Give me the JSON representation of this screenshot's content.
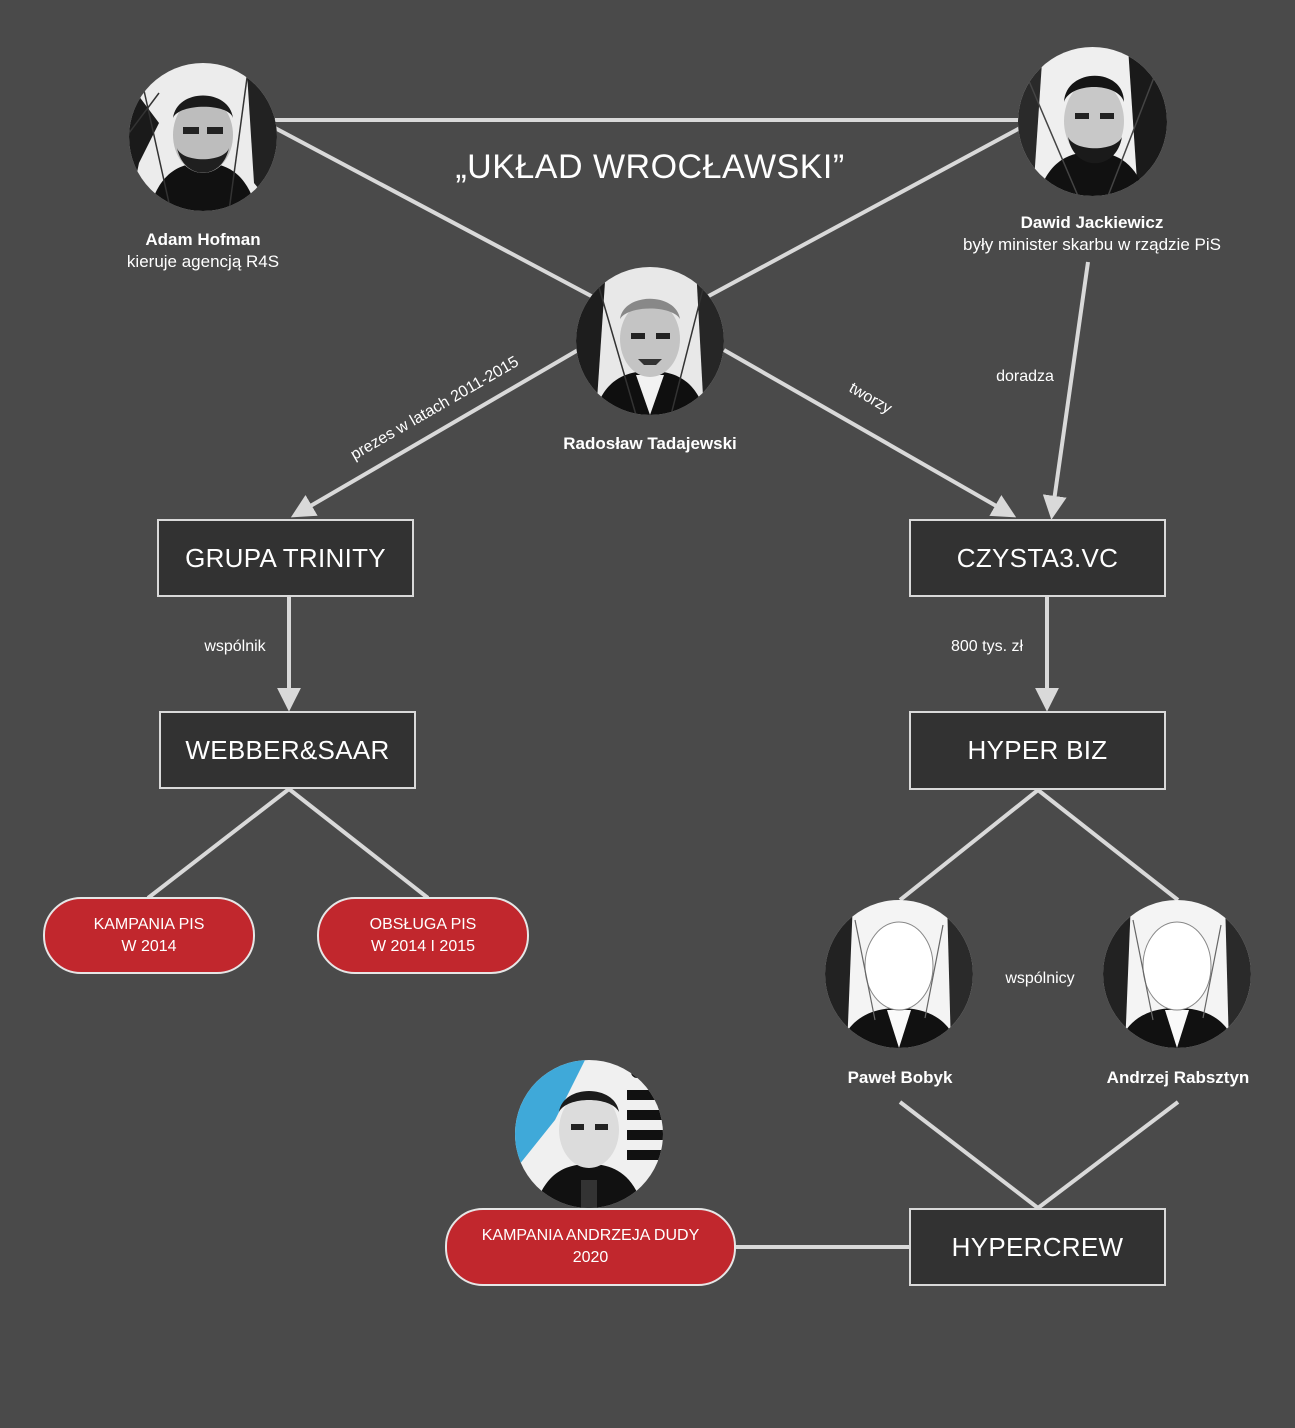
{
  "title": "„UKŁAD WROCŁAWSKI”",
  "people": {
    "hofman": {
      "name": "Adam Hofman",
      "role": "kieruje agencją R4S"
    },
    "jackiewicz": {
      "name": "Dawid Jackiewicz",
      "role": "były minister skarbu w rządzie PiS"
    },
    "tadajewski": {
      "name": "Radosław Tadajewski"
    },
    "bobyk": {
      "name": "Paweł Bobyk"
    },
    "rabsztyn": {
      "name": "Andrzej Rabsztyn"
    }
  },
  "boxes": {
    "trinity": "GRUPA TRINITY",
    "czysta": "CZYSTA3.VC",
    "webber": "WEBBER&SAAR",
    "hyperbiz": "HYPER BIZ",
    "hypercrew": "HYPERCREW"
  },
  "pills": {
    "kampania_pis": [
      "KAMPANIA PIS",
      "W 2014"
    ],
    "obsluga_pis": [
      "OBSŁUGA PIS",
      "W 2014 I 2015"
    ],
    "kampania_duda": [
      "KAMPANIA ANDRZEJA DUDY",
      "2020"
    ]
  },
  "edges": {
    "prezes": "prezes w latach 2011-2015",
    "tworzy": "tworzy",
    "doradza": "doradza",
    "wspolnik": "wspólnik",
    "kwota": "800 tys. zł",
    "wspolnicy": "wspólnicy"
  },
  "colors": {
    "background": "#4a4a4a",
    "box": "#323232",
    "pill": "#c1272d",
    "line": "#d9d9d9",
    "accent_blue": "#3fa9d9"
  }
}
